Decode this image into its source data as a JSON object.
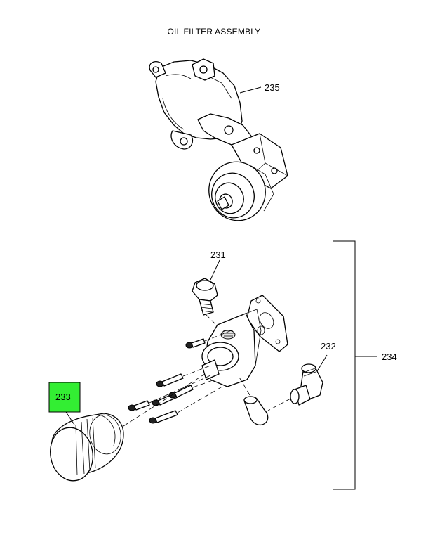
{
  "title": "OIL FILTER ASSEMBLY",
  "callouts": {
    "c235": "235",
    "c231": "231",
    "c232": "232",
    "c233": "233",
    "c234": "234"
  },
  "colors": {
    "highlight": "#33ee33",
    "line": "#000000",
    "background": "#ffffff"
  }
}
